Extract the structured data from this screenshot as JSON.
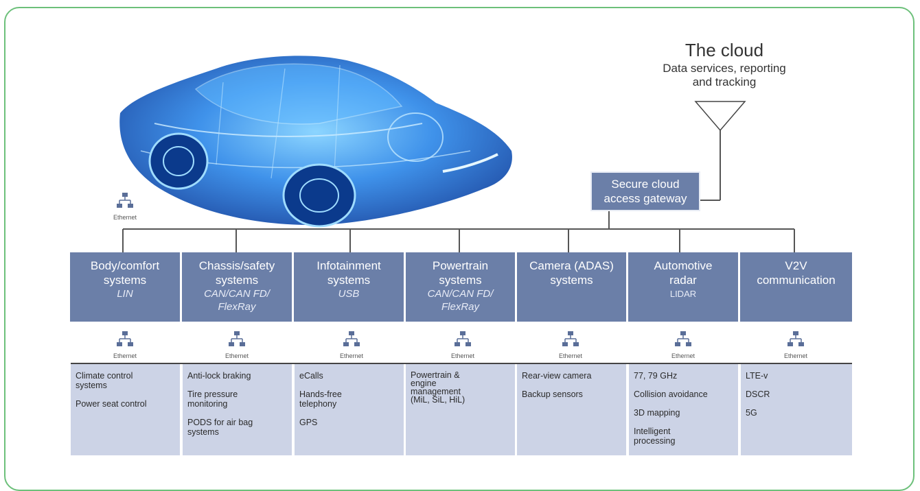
{
  "cloud": {
    "title": "The cloud",
    "subtitle": "Data services, reporting\nand tracking"
  },
  "gateway": {
    "label": "Secure cloud\naccess gateway"
  },
  "ethernet_label": "Ethernet",
  "colors": {
    "box": "#6b7fa8",
    "panel": "#ccd3e6",
    "frame": "#6cc07a",
    "car": "#1a6fd8"
  },
  "icons": {
    "network": "ethernet-network-icon",
    "antenna": "antenna-icon",
    "car": "car-wireframe-illustration"
  },
  "systems": [
    {
      "name": "Body/comfort\nsystems",
      "protocol": "LIN",
      "features": [
        "Climate control\nsystems",
        "Power seat control"
      ]
    },
    {
      "name": "Chassis/safety\nsystems",
      "protocol": "CAN/CAN FD/\nFlexRay",
      "features": [
        "Anti-lock braking",
        "Tire pressure\nmonitoring",
        "PODS for air bag\nsystems"
      ]
    },
    {
      "name": "Infotainment\nsystems",
      "protocol": "USB",
      "features": [
        "eCalls",
        "Hands-free\ntelephony",
        "GPS"
      ]
    },
    {
      "name": "Powertrain\nsystems",
      "protocol": "CAN/CAN FD/\nFlexRay",
      "features": [
        "Powertrain &\nengine\nmanagement\n(MiL, SiL, HiL)"
      ]
    },
    {
      "name": "Camera (ADAS)\nsystems",
      "protocol": "",
      "features": [
        "Rear-view camera",
        "Backup sensors"
      ]
    },
    {
      "name": "Automotive\nradar",
      "protocol": "LIDAR",
      "features": [
        "77, 79 GHz",
        "Collision avoidance",
        "3D mapping",
        "Intelligent\nprocessing"
      ]
    },
    {
      "name": "V2V\ncommunication",
      "protocol": "",
      "features": [
        "LTE-v",
        "DSCR",
        "5G"
      ]
    }
  ]
}
